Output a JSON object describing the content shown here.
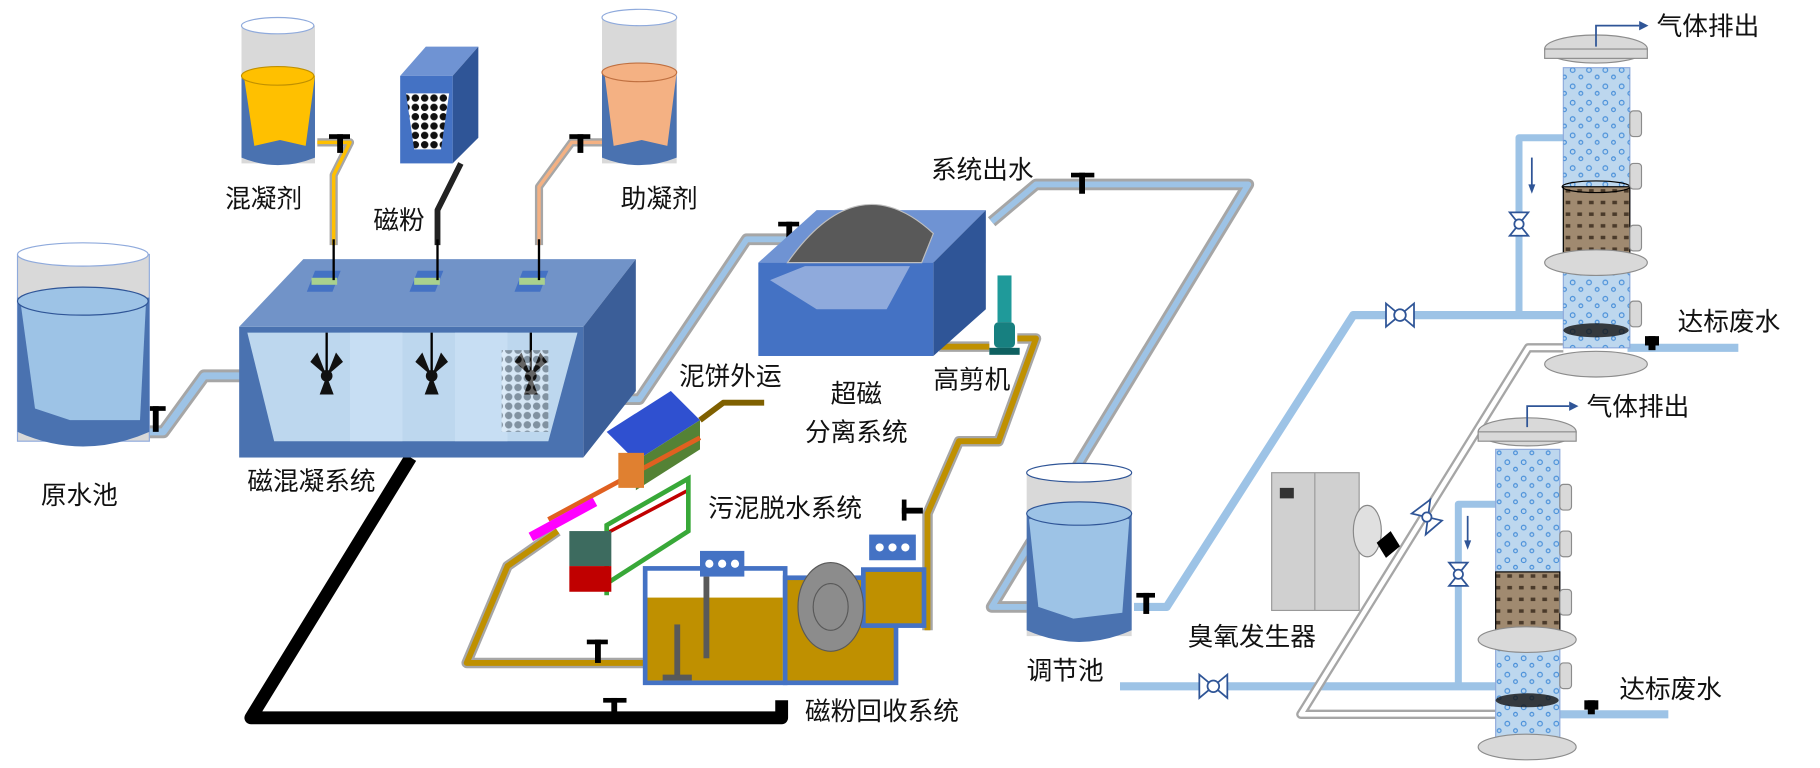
{
  "labels": {
    "raw_tank": "原水池",
    "coagulant": "混凝剂",
    "magnetic_powder": "磁粉",
    "coagulant_aid": "助凝剂",
    "mag_coag_system": "磁混凝系统",
    "system_outflow": "系统出水",
    "separator_line1": "超磁",
    "separator_line2": "分离系统",
    "high_shear": "高剪机",
    "cake_out": "泥饼外运",
    "sludge_dewater": "污泥脱水系统",
    "powder_recovery": "磁粉回收系统",
    "regulating_tank": "调节池",
    "ozone_generator": "臭氧发生器",
    "gas_out_1": "气体排出",
    "gas_out_2": "气体排出",
    "compliant_water_1": "达标废水",
    "compliant_water_2": "达标废水"
  },
  "colors": {
    "water": "#9dc3e6",
    "tank_blue": "#4a72b0",
    "box_blue": "#4472c4",
    "coagulant": "#ffc000",
    "coagulant_aid": "#f4b183",
    "sludge": "#bf9000",
    "pipe_blue": "#9dc3e6",
    "pipe_black": "#000000",
    "column_gray": "#d9d9d9"
  }
}
